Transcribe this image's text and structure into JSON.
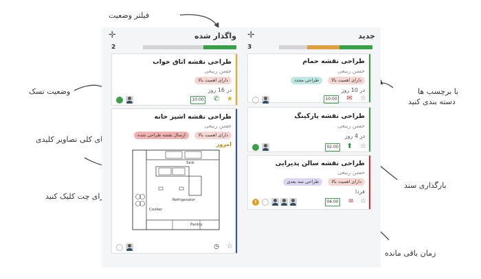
{
  "annotations": {
    "status_filter": "فیلتر وضعیت",
    "task_status": "وضعیت تسک",
    "key_images": "نمای کلی تصاویر کلیدی",
    "chat_click": "برای چت کلیک کنید",
    "labels_1": "با برچسب ها",
    "labels_2": "دسته بندی کنید",
    "upload_doc": "بارگذاری سند",
    "time_left": "زمان باقی مانده"
  },
  "columns": {
    "new": {
      "title": "جدید",
      "count": "3",
      "progress": [
        {
          "color": "#d3d3d3",
          "fraction": 0.3
        },
        {
          "color": "#e0a040",
          "fraction": 0.35
        },
        {
          "color": "#3aa04a",
          "fraction": 0.35
        }
      ]
    },
    "assigned": {
      "title": "واگذار شده",
      "count": "2",
      "progress": [
        {
          "color": "#d3d3d3",
          "fraction": 0.65
        },
        {
          "color": "#3aa04a",
          "fraction": 0.35
        }
      ]
    }
  },
  "cards": {
    "bathroom": {
      "title": "طراحی نقشه حمام",
      "user": "حسن ربیعی",
      "tags": [
        "طراحی مجدد",
        "دارای اهمیت بالا"
      ],
      "due": "در 10 روز",
      "timer": "10:00",
      "stripe": "#3aa04a"
    },
    "parking": {
      "title": "طراحی نقشه پارکینگ",
      "user": "حسن ربیعی",
      "due": "در 4 روز",
      "timer": "02:00",
      "stripe": "#3aa04a"
    },
    "reception": {
      "title": "طراحی نقشه سالن پذیرایی",
      "user": "حسن ربیعی",
      "tags": [
        "طراحی سه بعدی",
        "دارای اهمیت بالا"
      ],
      "due": "فردا",
      "timer": "04:00",
      "stripe": "#d03030"
    },
    "bedroom": {
      "title": "طراحی نقشه اتاق خواب",
      "user": "حسن ربیعی",
      "tags": [
        "دارای اهمیت بالا"
      ],
      "due": "در 16 روز",
      "timer": "10:00",
      "stripe": "#e0b020"
    },
    "kitchen": {
      "title": "طراحی نقشه اشپز خانه",
      "user": "حسن ربیعی",
      "tags": [
        "ارسال نقشه طراحی شده",
        "دارای اهمیت بالا"
      ],
      "due": "امروز",
      "stripe": "#3050c0",
      "plan_labels": {
        "sink": "Sink",
        "refrigerator": "Refrigerator",
        "cooker": "Cooker",
        "pantry": "Pantry"
      }
    }
  },
  "colors": {
    "tag_blue_bg": "#bfe7e3",
    "tag_pink_bg": "#f6d6d2",
    "tag_red_bg": "#f2b2b2",
    "tag_purple_bg": "#ddd6f2",
    "status_green": "#3aa04a"
  },
  "icons": [
    "plus-icon",
    "mail-icon",
    "phone-icon",
    "star-icon",
    "upload-icon",
    "hourglass-icon",
    "alert-icon",
    "flag-icon",
    "clock-icon"
  ]
}
